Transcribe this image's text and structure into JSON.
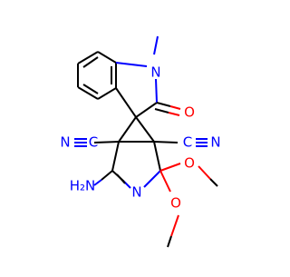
{
  "molecule": {
    "atoms": {
      "n_indole": "N",
      "o_carbonyl": "O",
      "n_nitrile_left": "N",
      "c_nitrile_left": "C",
      "c_nitrile_right": "C",
      "n_nitrile_right": "N",
      "h2n": "H₂N",
      "n_ring": "N",
      "o_methoxy_upper": "O",
      "o_methoxy_lower": "O"
    },
    "colors": {
      "carbon_bond": "#000000",
      "nitrogen": "#0000ff",
      "oxygen": "#ff0000"
    }
  }
}
